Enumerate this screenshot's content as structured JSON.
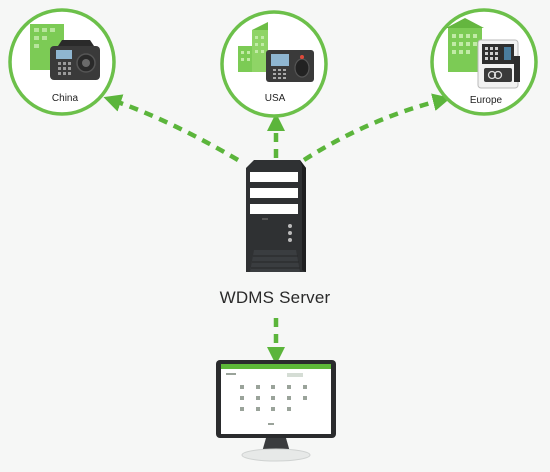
{
  "colors": {
    "accent": "#6cc04a",
    "accent_dark": "#4aa52e",
    "background": "#f6f7f6",
    "server_body": "#2f3133"
  },
  "locations": [
    {
      "name": "China",
      "icon": "building-with-time-clock-icon"
    },
    {
      "name": "USA",
      "icon": "building-with-fingerprint-terminal-icon"
    },
    {
      "name": "Europe",
      "icon": "building-with-access-control-icon"
    }
  ],
  "server": {
    "label": "WDMS Server",
    "icon": "tower-server-icon"
  },
  "client": {
    "icon": "desktop-monitor-icon"
  }
}
